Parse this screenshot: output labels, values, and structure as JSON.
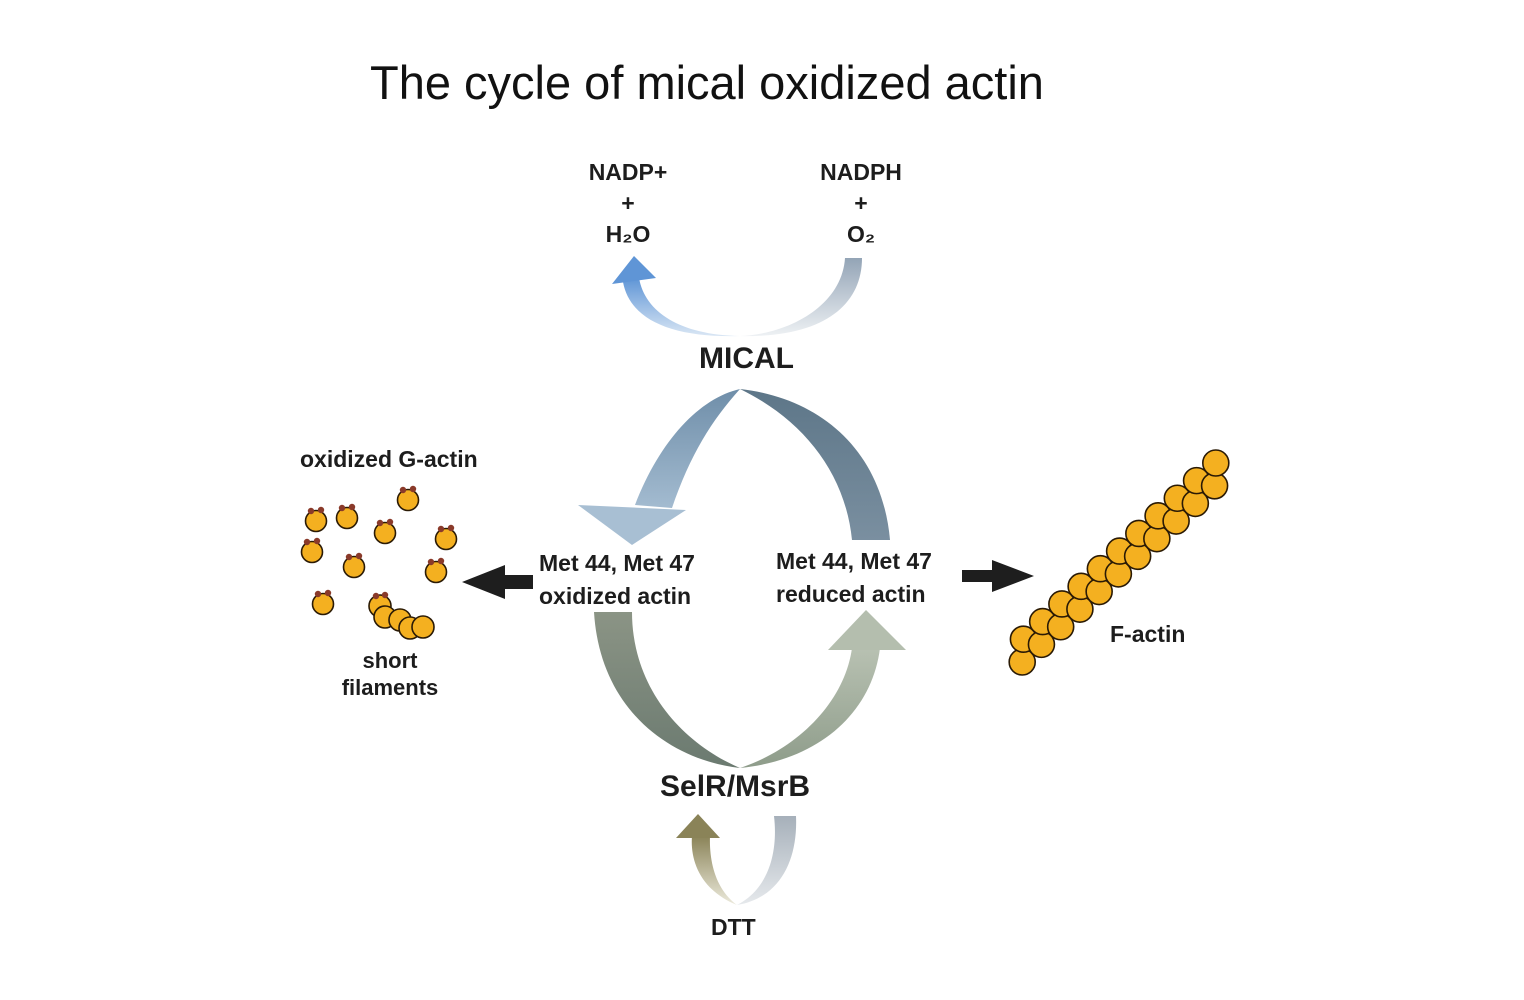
{
  "title": "The cycle of mical oxidized actin",
  "cofactors": {
    "products": {
      "line1": "NADP+",
      "line2": "+",
      "line3": "H₂O"
    },
    "substrates": {
      "line1": "NADPH",
      "line2": "+",
      "line3": "O₂"
    }
  },
  "enzymes": {
    "oxidase": "MICAL",
    "reductase": "SelR/MsrB",
    "reductant": "DTT"
  },
  "states": {
    "oxidized": {
      "line1": "Met 44, Met 47",
      "line2": "oxidized actin"
    },
    "reduced": {
      "line1": "Met 44, Met 47",
      "line2": "reduced actin"
    }
  },
  "outcomes": {
    "g_actin": "oxidized G-actin",
    "short_filaments": {
      "line1": "short",
      "line2": "filaments"
    },
    "f_actin": "F-actin"
  },
  "colors": {
    "actin_fill": "#f4b020",
    "actin_stroke": "#2a1a05",
    "oxidation_mark": "#8a3a2a",
    "mical_left_arrow": "#8aa6bd",
    "mical_right_arrow": "#6f8798",
    "selr_left_arrow": "#7f8a78",
    "selr_right_arrow": "#a9b4a2",
    "nadp_arrow": "#6fa0d8",
    "dtt_arrow": "#8a8560",
    "outcome_arrows": "#1e1e1e"
  }
}
